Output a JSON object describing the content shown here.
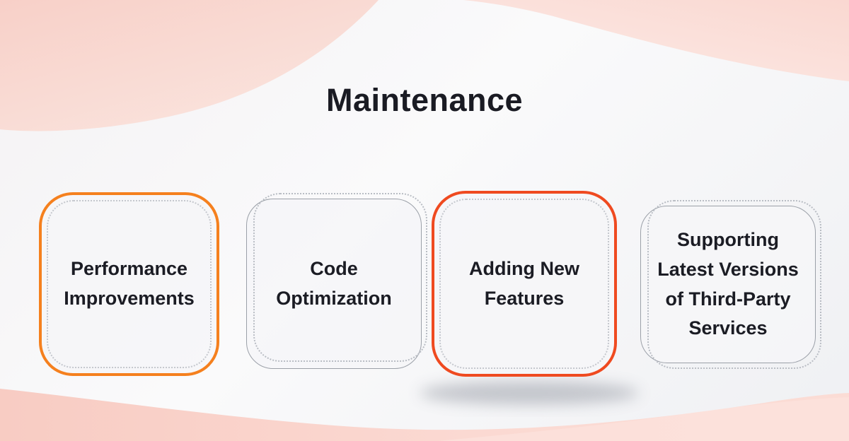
{
  "title": "Maintenance",
  "cards": [
    {
      "id": "performance-improvements",
      "label": [
        "Performance",
        "Improvements"
      ],
      "border_style": "orange-thick"
    },
    {
      "id": "code-optimization",
      "label": [
        "Code",
        "Optimization"
      ],
      "border_style": "gray-thin"
    },
    {
      "id": "adding-new-features",
      "label": [
        "Adding New",
        "Features"
      ],
      "border_style": "red-orange-thick"
    },
    {
      "id": "supporting-third-party",
      "label": [
        "Supporting",
        "Latest Versions",
        "of Third-Party",
        "Services"
      ],
      "border_style": "gray-thin"
    }
  ],
  "colors": {
    "card1_border": "#f5801e",
    "card3_border": "#ef4a20",
    "gray_border": "#9ba0a8",
    "dotted_border": "#c5c8ce",
    "title_text": "#1a1b23",
    "card_text": "#1b1c24",
    "wave_pink_dark": "#f8ccc3",
    "wave_pink_light": "#fbdbd4",
    "background": "#f4f3f5"
  }
}
